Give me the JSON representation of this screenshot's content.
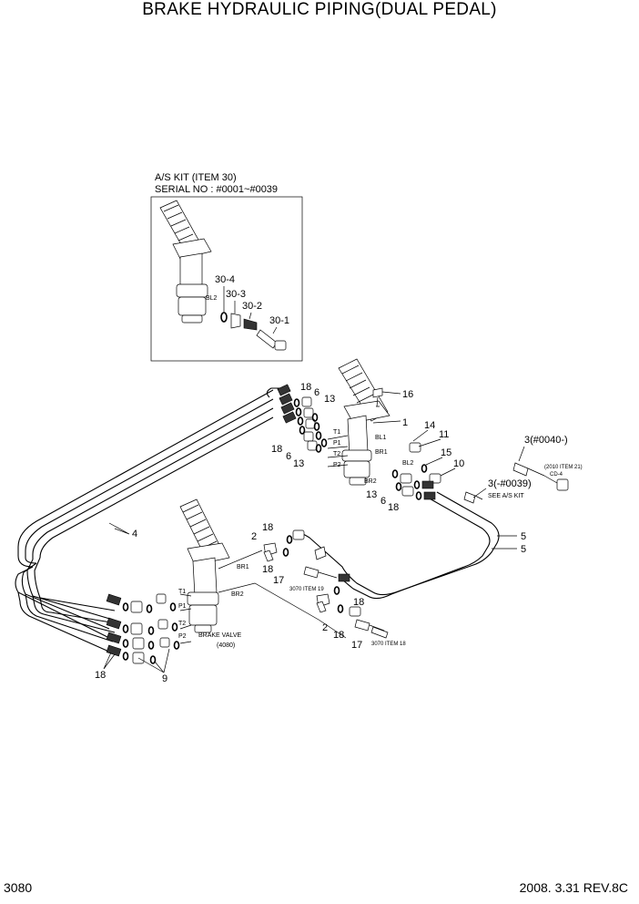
{
  "title": "BRAKE HYDRAULIC PIPING(DUAL PEDAL)",
  "page_number": "3080",
  "revision": "2008. 3.31  REV.8C",
  "inset": {
    "heading_line1": "A/S KIT (ITEM 30)",
    "heading_line2": "SERIAL NO : #0001~#0039",
    "port_label": "BL2",
    "callouts": [
      "30-4",
      "30-3",
      "30-2",
      "30-1"
    ]
  },
  "callouts": {
    "c18a": "18",
    "c6a": "6",
    "c13a": "13",
    "c16": "16",
    "c1": "1",
    "c14": "14",
    "c11": "11",
    "c15": "15",
    "c10": "10",
    "c18b": "18",
    "c6b": "6",
    "c13b": "13",
    "c13c": "13",
    "c6c": "6",
    "c18c": "18",
    "c4": "4",
    "c3top": "3(#0040-)",
    "c3bot": "3(-#0039)",
    "see_as_kit": "SEE A/S KIT",
    "c5a": "5",
    "c5b": "5",
    "c18d": "18",
    "c2a": "2",
    "c18e": "18",
    "c17a": "17",
    "c18f": "18",
    "c2b": "2",
    "c18g": "18",
    "c17b": "17",
    "c18h": "18",
    "c9": "9"
  },
  "ports": {
    "t1_upper": "T1",
    "p1_upper": "P1",
    "t2_upper": "T2",
    "p2_upper": "P2",
    "bl1": "BL1",
    "br1_upper": "BR1",
    "bl2": "BL2",
    "br2_upper": "BR2",
    "br1_lower": "BR1",
    "br2_lower": "BR2",
    "t1_lower": "T1",
    "p1_lower": "P1",
    "t2_lower": "T2",
    "p2_lower": "P2"
  },
  "notes": {
    "item_2010": "(2010 ITEM 21)",
    "cd4": "CD-4",
    "item_3070_19": "3070 ITEM 19",
    "item_3070_18": "3070 ITEM 18",
    "brake_valve_1": "BRAKE VALVE",
    "brake_valve_2": "(4080)"
  }
}
